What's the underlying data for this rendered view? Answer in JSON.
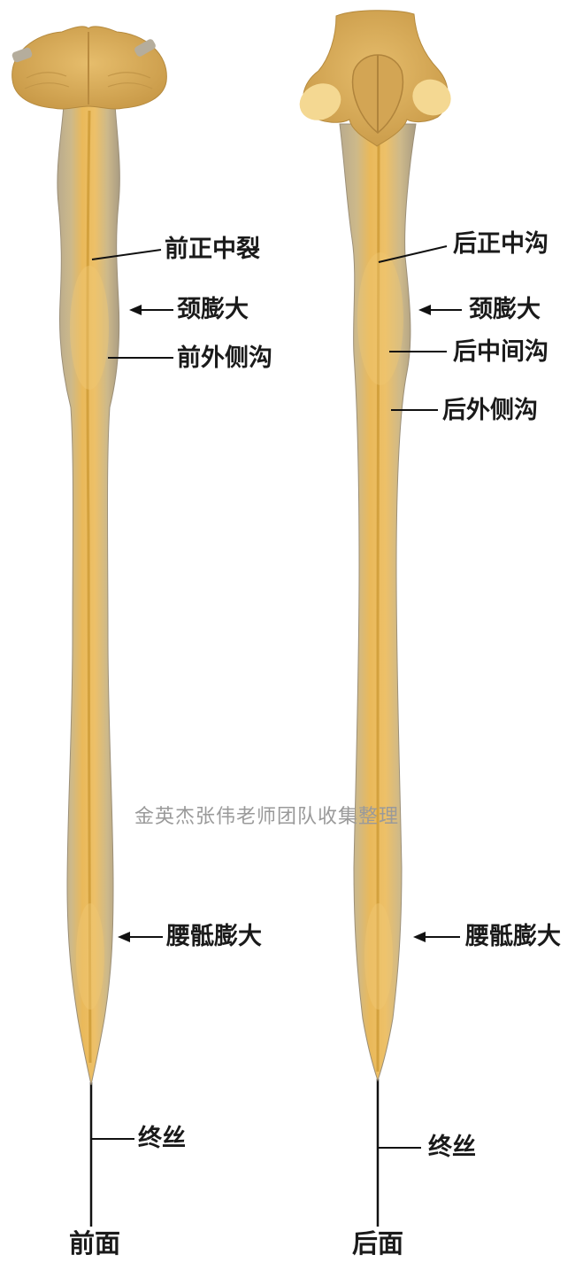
{
  "front_view": {
    "caption": "前面",
    "labels": {
      "anterior_median_fissure": "前正中裂",
      "cervical_enlargement": "颈膨大",
      "anterolateral_sulcus": "前外侧沟",
      "lumbosacral_enlargement": "腰骶膨大",
      "filum_terminale": "终丝"
    }
  },
  "back_view": {
    "caption": "后面",
    "labels": {
      "posterior_median_sulcus": "后正中沟",
      "cervical_enlargement": "颈膨大",
      "posterior_intermediate_sulcus": "后中间沟",
      "posterolateral_sulcus": "后外侧沟",
      "lumbosacral_enlargement": "腰骶膨大",
      "filum_terminale": "终丝"
    }
  },
  "watermark": "金英杰张伟老师团队收集整理",
  "colors": {
    "cord_core": "#e8b659",
    "cord_edge": "#b8a888",
    "brainstem": "#d9b062",
    "line": "#111111"
  }
}
